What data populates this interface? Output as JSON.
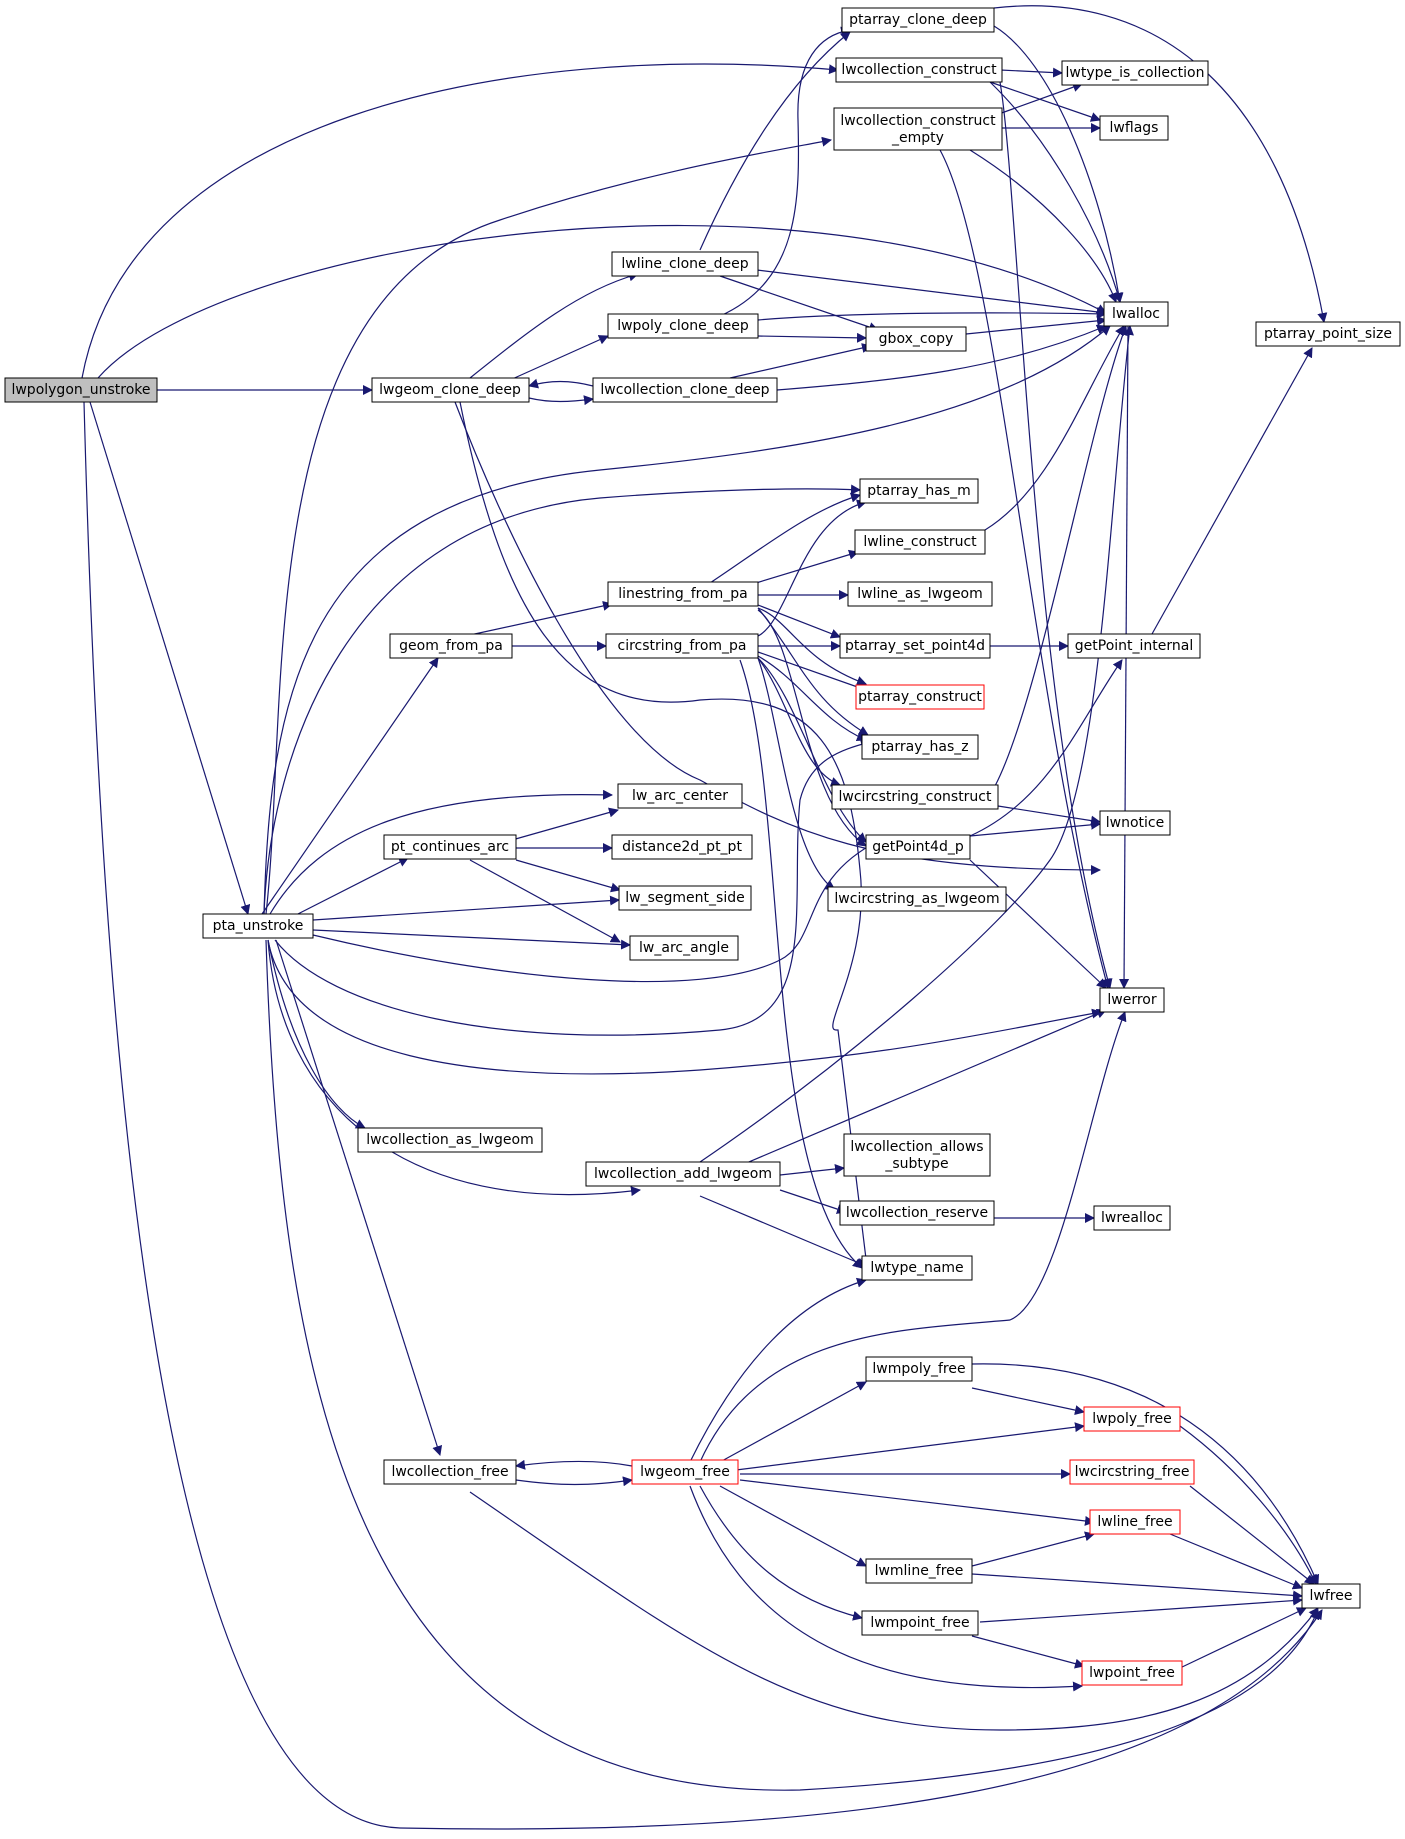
{
  "colors": {
    "edge": "#191970",
    "truncated_border": "#ff0000",
    "root_fill": "#bfbfbf"
  },
  "nodes": {
    "lwpolygon_unstroke": "lwpolygon_unstroke",
    "ptarray_clone_deep": "ptarray_clone_deep",
    "lwcollection_construct": "lwcollection_construct",
    "lwtype_is_collection": "lwtype_is_collection",
    "lwcollection_construct_empty_l1": "lwcollection_construct",
    "lwcollection_construct_empty_l2": "_empty",
    "lwflags": "lwflags",
    "lwline_clone_deep": "lwline_clone_deep",
    "lwalloc": "lwalloc",
    "ptarray_point_size": "ptarray_point_size",
    "lwpoly_clone_deep": "lwpoly_clone_deep",
    "gbox_copy": "gbox_copy",
    "lwgeom_clone_deep": "lwgeom_clone_deep",
    "lwcollection_clone_deep": "lwcollection_clone_deep",
    "ptarray_has_m": "ptarray_has_m",
    "lwline_construct": "lwline_construct",
    "linestring_from_pa": "linestring_from_pa",
    "lwline_as_lwgeom": "lwline_as_lwgeom",
    "geom_from_pa": "geom_from_pa",
    "circstring_from_pa": "circstring_from_pa",
    "ptarray_set_point4d": "ptarray_set_point4d",
    "getPoint_internal": "getPoint_internal",
    "ptarray_construct": "ptarray_construct",
    "ptarray_has_z": "ptarray_has_z",
    "lwcircstring_construct": "lwcircstring_construct",
    "lw_arc_center": "lw_arc_center",
    "lwnotice": "lwnotice",
    "pt_continues_arc": "pt_continues_arc",
    "distance2d_pt_pt": "distance2d_pt_pt",
    "getPoint4d_p": "getPoint4d_p",
    "lwcircstring_as_lwgeom": "lwcircstring_as_lwgeom",
    "pta_unstroke": "pta_unstroke",
    "lw_segment_side": "lw_segment_side",
    "lw_arc_angle": "lw_arc_angle",
    "lwerror": "lwerror",
    "lwcollection_as_lwgeom": "lwcollection_as_lwgeom",
    "lwcollection_allows_subtype_l1": "lwcollection_allows",
    "lwcollection_allows_subtype_l2": "_subtype",
    "lwcollection_add_lwgeom": "lwcollection_add_lwgeom",
    "lwcollection_reserve": "lwcollection_reserve",
    "lwrealloc": "lwrealloc",
    "lwtype_name": "lwtype_name",
    "lwmpoly_free": "lwmpoly_free",
    "lwpoly_free": "lwpoly_free",
    "lwcollection_free": "lwcollection_free",
    "lwgeom_free": "lwgeom_free",
    "lwcircstring_free": "lwcircstring_free",
    "lwline_free": "lwline_free",
    "lwmline_free": "lwmline_free",
    "lwfree": "lwfree",
    "lwmpoint_free": "lwmpoint_free",
    "lwpoint_free": "lwpoint_free"
  }
}
